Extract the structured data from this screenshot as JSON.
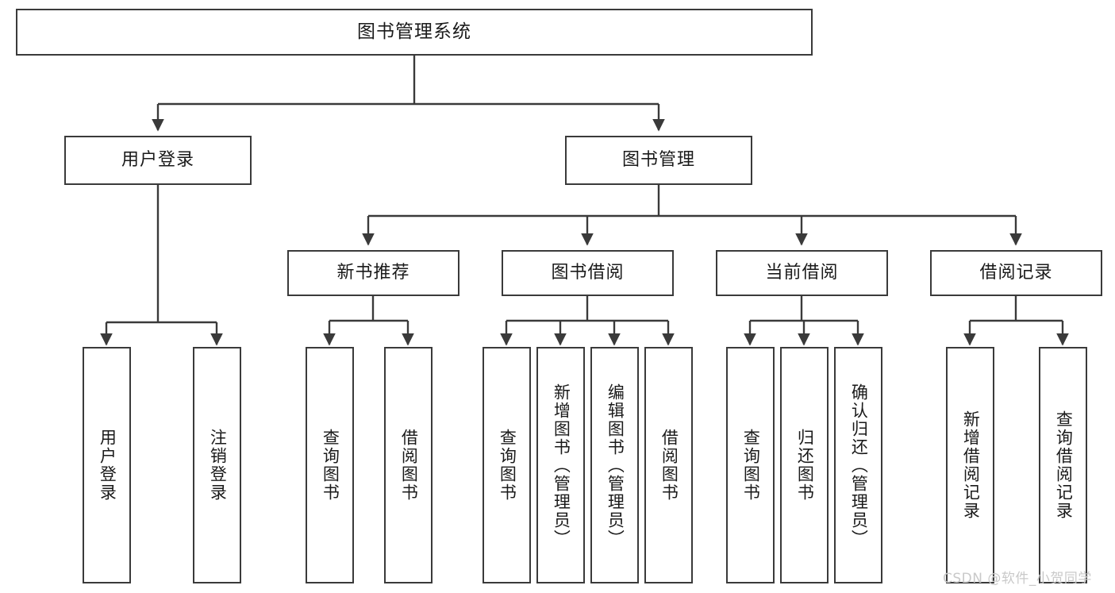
{
  "diagram": {
    "type": "tree-hierarchy-chart",
    "title": "图书管理系统",
    "stroke_color": "#3a3a3a",
    "fill_color": "#ffffff",
    "text_color": "#1a1a1a",
    "watermark": "CSDN @软件_小贺同学",
    "levels": {
      "root": {
        "label": "图书管理系统"
      },
      "level2": [
        {
          "label": "用户登录"
        },
        {
          "label": "图书管理"
        }
      ],
      "level3": [
        {
          "label": "新书推荐"
        },
        {
          "label": "图书借阅"
        },
        {
          "label": "当前借阅"
        },
        {
          "label": "借阅记录"
        }
      ]
    },
    "leaves": {
      "user_login": [
        {
          "label": "用户登录"
        },
        {
          "label": "注销登录"
        }
      ],
      "new_book_recommend": [
        {
          "label": "查询图书"
        },
        {
          "label": "借阅图书"
        }
      ],
      "book_borrow": [
        {
          "label": "查询图书"
        },
        {
          "label": "新增图书（管理员）"
        },
        {
          "label": "编辑图书（管理员）"
        },
        {
          "label": "借阅图书"
        }
      ],
      "current_borrow": [
        {
          "label": "查询图书"
        },
        {
          "label": "归还图书"
        },
        {
          "label": "确认归还（管理员）"
        }
      ],
      "borrow_record": [
        {
          "label": "新增借阅记录"
        },
        {
          "label": "查询借阅记录"
        }
      ]
    }
  }
}
